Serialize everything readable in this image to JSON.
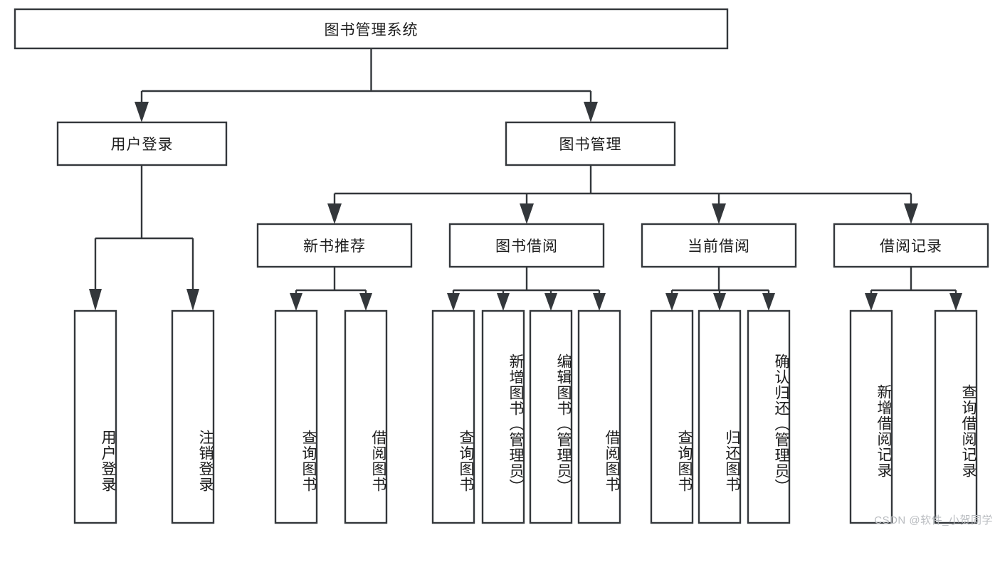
{
  "diagram": {
    "title_node": {
      "label": "图书管理系统"
    },
    "level1": [
      {
        "id": "user-login",
        "label": "用户登录"
      },
      {
        "id": "book-management",
        "label": "图书管理"
      }
    ],
    "level2": [
      {
        "id": "new-book-recommend",
        "label": "新书推荐"
      },
      {
        "id": "book-borrow",
        "label": "图书借阅"
      },
      {
        "id": "current-borrow",
        "label": "当前借阅"
      },
      {
        "id": "borrow-record",
        "label": "借阅记录"
      }
    ],
    "leaves": {
      "user_login": [
        {
          "id": "leaf-user-login",
          "label": "用户登录"
        },
        {
          "id": "leaf-user-logout",
          "label": "注销登录"
        }
      ],
      "new_book_recommend": [
        {
          "id": "leaf-query-book-1",
          "label": "查询图书"
        },
        {
          "id": "leaf-borrow-book-1",
          "label": "借阅图书"
        }
      ],
      "book_borrow": [
        {
          "id": "leaf-query-book-2",
          "label": "查询图书"
        },
        {
          "id": "leaf-add-book",
          "label": "新增图书（管理员）"
        },
        {
          "id": "leaf-edit-book",
          "label": "编辑图书（管理员）"
        },
        {
          "id": "leaf-borrow-book-2",
          "label": "借阅图书"
        }
      ],
      "current_borrow": [
        {
          "id": "leaf-query-book-3",
          "label": "查询图书"
        },
        {
          "id": "leaf-return-book",
          "label": "归还图书"
        },
        {
          "id": "leaf-confirm-return",
          "label": "确认归还（管理员）"
        }
      ],
      "borrow_record": [
        {
          "id": "leaf-add-record",
          "label": "新增借阅记录"
        },
        {
          "id": "leaf-query-record",
          "label": "查询借阅记录"
        }
      ]
    },
    "colors": {
      "stroke": "#33373b",
      "box_fill": "#ffffff",
      "text": "#1d1d1d",
      "background": "#ffffff",
      "watermark": "#b9bcc0"
    }
  },
  "watermark": {
    "text": "CSDN @软件_小贺同学"
  }
}
